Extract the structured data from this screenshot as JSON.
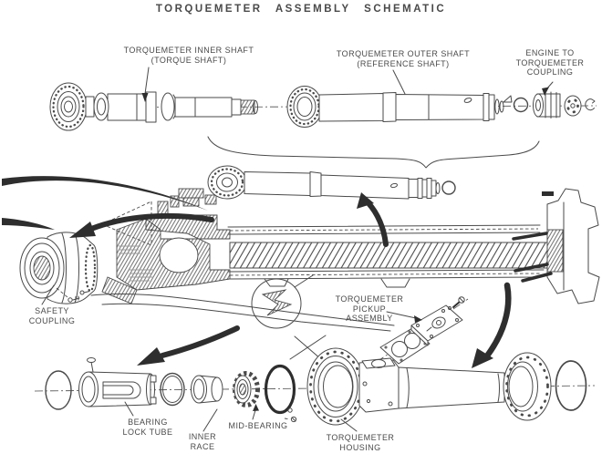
{
  "title": "TORQUEMETER ASSEMBLY SCHEMATIC",
  "labels": {
    "inner_shaft": "TORQUEMETER INNER SHAFT\n(TORQUE SHAFT)",
    "outer_shaft": "TORQUEMETER OUTER SHAFT\n(REFERENCE SHAFT)",
    "engine_coupling": "ENGINE TO\nTORQUEMETER\nCOUPLING",
    "safety_coupling": "SAFETY\nCOUPLING",
    "pickup_assembly": "TORQUEMETER\nPICKUP\nASSEMBLY",
    "bearing_lock_tube": "BEARING\nLOCK TUBE",
    "inner_race": "INNER\nRACE",
    "mid_bearing": "MID-BEARING",
    "housing": "TORQUEMETER\nHOUSING"
  },
  "colors": {
    "ink": "#4a4a4a",
    "arrow": "#2e2e2e",
    "background": "#ffffff"
  }
}
